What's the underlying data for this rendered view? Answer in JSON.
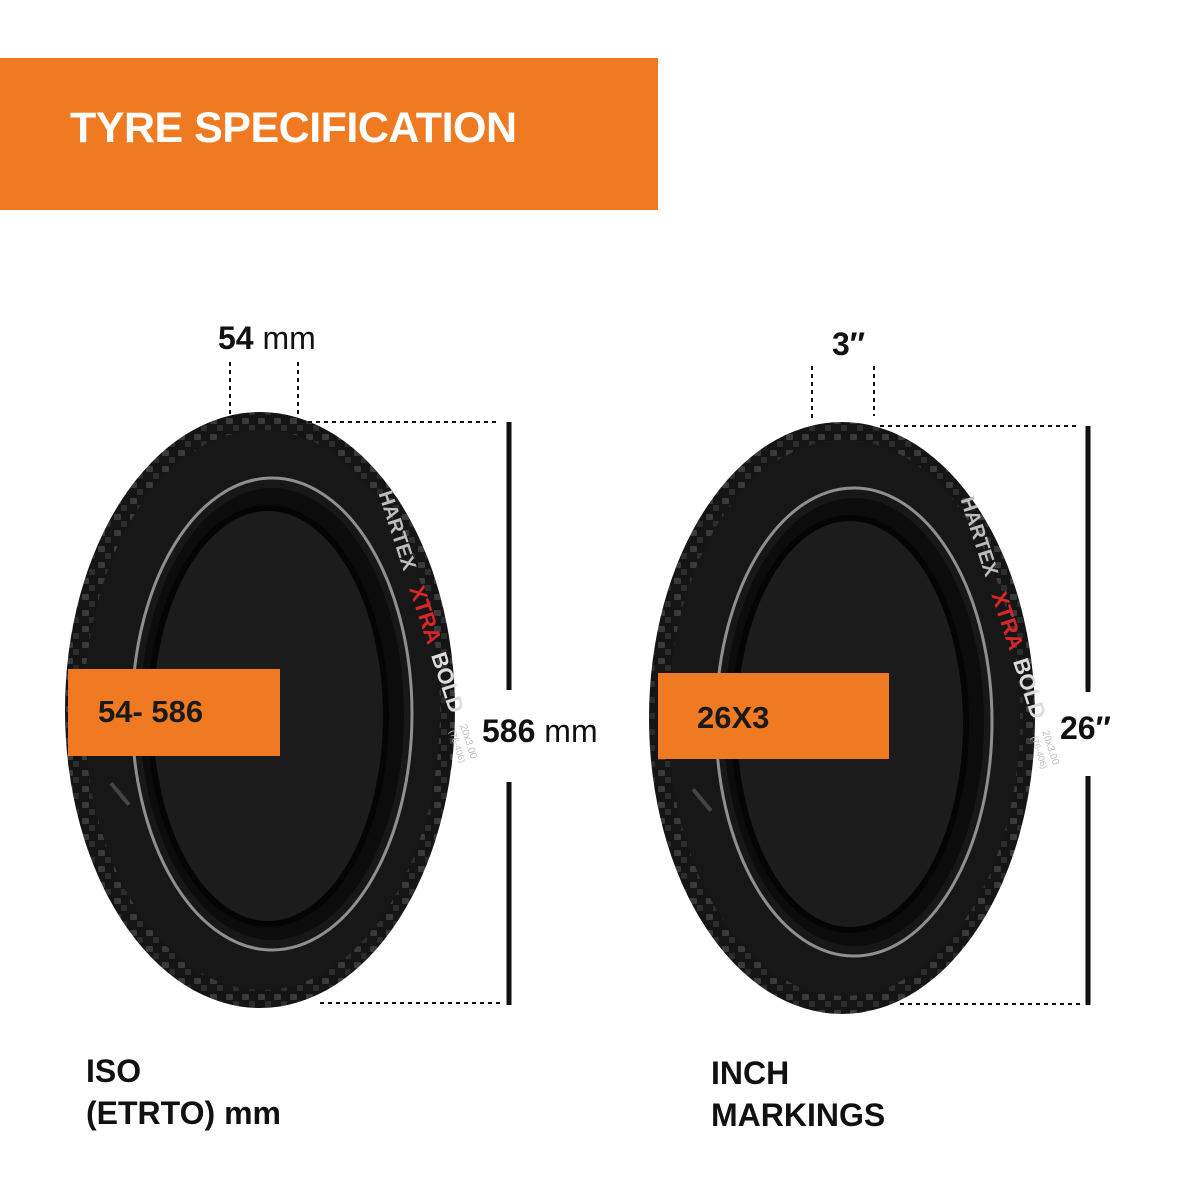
{
  "colors": {
    "accent": "#F07A22",
    "tyre": "#141414",
    "rim_line": "#9a9a9a",
    "brand_red": "#d8262b"
  },
  "header": {
    "title": "TYRE SPECIFICATION"
  },
  "left_tyre": {
    "width_value": "54",
    "width_unit": "mm",
    "height_value": "586",
    "height_unit": "mm",
    "tag_label": "54- 586",
    "caption_line1": "ISO",
    "caption_line2": "(ETRTO) mm",
    "brand": "HARTEX",
    "model_red": "XTRA",
    "model_white": "BOLD",
    "size_mark": "20x3.00",
    "size_sub": "(76-406)"
  },
  "right_tyre": {
    "width_value": "3″",
    "height_value": "26″",
    "tag_label": "26X3",
    "caption_line1": "INCH",
    "caption_line2": "MARKINGS",
    "brand": "HARTEX",
    "model_red": "XTRA",
    "model_white": "BOLD",
    "size_mark": "20x3.00",
    "size_sub": "(76-406)"
  }
}
